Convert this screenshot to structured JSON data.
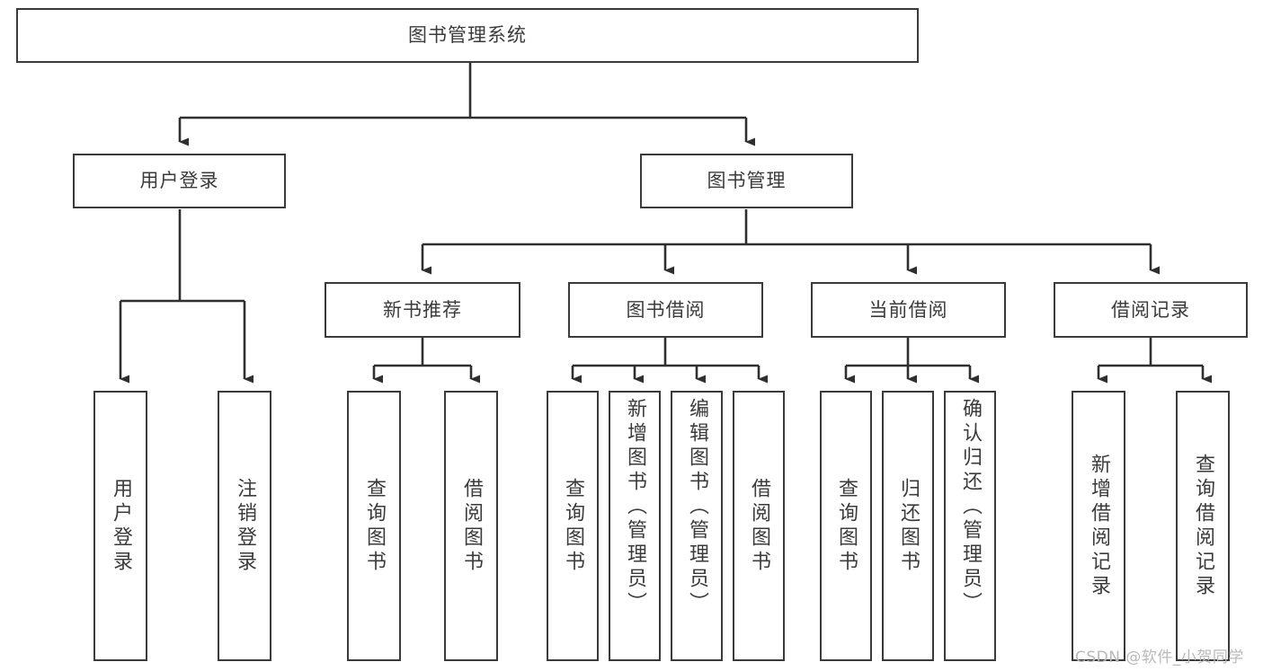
{
  "diagram": {
    "title": "图书管理系统",
    "type": "tree",
    "watermark": "CSDN @软件_小贺同学",
    "colors": {
      "box_border": "#3a3a3a",
      "box_fill": "#ffffff",
      "connector": "#2f2f2f",
      "text": "#3b3b3b",
      "watermark": "#b9b9b9",
      "background": "#ffffff"
    },
    "root": {
      "label": "图书管理系统"
    },
    "level1": [
      {
        "label": "用户登录"
      },
      {
        "label": "图书管理"
      }
    ],
    "level2": [
      {
        "label": "新书推荐"
      },
      {
        "label": "图书借阅"
      },
      {
        "label": "当前借阅"
      },
      {
        "label": "借阅记录"
      }
    ],
    "leaves": {
      "user_login": [
        {
          "label": "用户登录"
        },
        {
          "label": "注销登录"
        }
      ],
      "new_book_recommend": [
        {
          "label": "查询图书"
        },
        {
          "label": "借阅图书"
        }
      ],
      "book_borrow": [
        {
          "label": "查询图书"
        },
        {
          "label": "新增图书（管理员）"
        },
        {
          "label": "编辑图书（管理员）"
        },
        {
          "label": "借阅图书"
        }
      ],
      "current_borrow": [
        {
          "label": "查询图书"
        },
        {
          "label": "归还图书"
        },
        {
          "label": "确认归还（管理员）"
        }
      ],
      "borrow_record": [
        {
          "label": "新增借阅记录"
        },
        {
          "label": "查询借阅记录"
        }
      ]
    }
  }
}
